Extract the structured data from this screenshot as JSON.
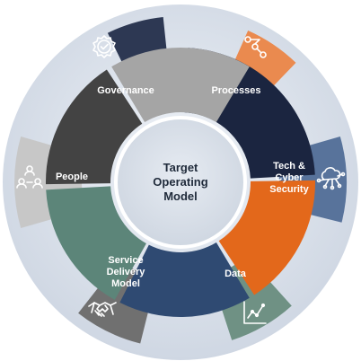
{
  "center": {
    "lines": [
      "Target",
      "Operating",
      "Model"
    ]
  },
  "segments": [
    {
      "id": "governance",
      "lines": [
        "Governance"
      ],
      "icon": "badge-check-icon",
      "color": "#1b2540",
      "tab_color": "#2d3853"
    },
    {
      "id": "processes",
      "lines": [
        "Processes"
      ],
      "icon": "process-flow-icon",
      "color": "#e3681b",
      "tab_color": "#ea8a4f"
    },
    {
      "id": "tech",
      "lines": [
        "Tech &",
        "Cyber",
        "Security"
      ],
      "icon": "cloud-network-icon",
      "color": "#2f4a72",
      "tab_color": "#58739b"
    },
    {
      "id": "data",
      "lines": [
        "Data"
      ],
      "icon": "line-chart-icon",
      "color": "#5c8579",
      "tab_color": "#6f9184"
    },
    {
      "id": "service",
      "lines": [
        "Service",
        "Delivery",
        "Model"
      ],
      "icon": "handshake-icon",
      "color": "#434343",
      "tab_color": "#707070"
    },
    {
      "id": "people",
      "lines": [
        "People"
      ],
      "icon": "people-network-icon",
      "color": "#a5a5a5",
      "tab_color": "#c7c7c7"
    }
  ],
  "colors": {
    "outer_disc": "#dfe5ee",
    "center_disc": "#d6dde7"
  }
}
